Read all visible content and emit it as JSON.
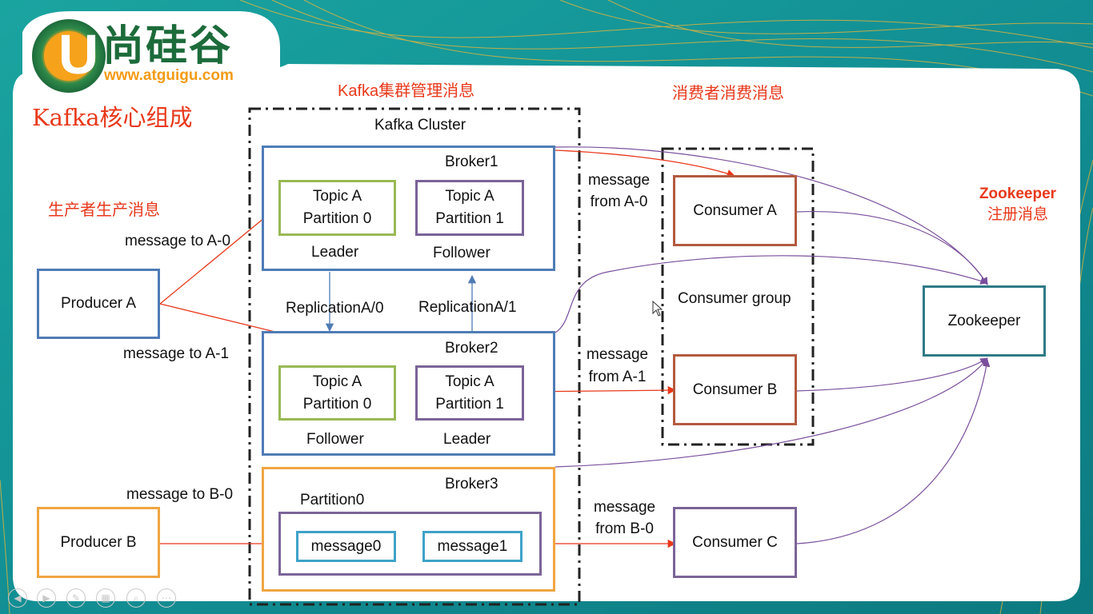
{
  "logo": {
    "letter": "U",
    "brand": "尚硅谷",
    "url": "www.atguigu.com"
  },
  "title": "Kafka核心组成",
  "annotations": {
    "cluster_mgmt": "Kafka集群管理消息",
    "consume": "消费者消费消息",
    "produce": "生产者生产消息",
    "zk_line1": "Zookeeper",
    "zk_line2": "注册消息"
  },
  "cluster": {
    "title": "Kafka Cluster",
    "brokers": [
      {
        "name": "Broker1",
        "partitions": [
          {
            "line1": "Topic A",
            "line2": "Partition 0",
            "role": "Leader"
          },
          {
            "line1": "Topic A",
            "line2": "Partition 1",
            "role": "Follower"
          }
        ]
      },
      {
        "name": "Broker2",
        "partitions": [
          {
            "line1": "Topic A",
            "line2": "Partition 0",
            "role": "Follower"
          },
          {
            "line1": "Topic A",
            "line2": "Partition 1",
            "role": "Leader"
          }
        ]
      },
      {
        "name": "Broker3",
        "partition_label": "Partition0",
        "messages": [
          "message0",
          "message1"
        ]
      }
    ],
    "replication": [
      "ReplicationA/0",
      "ReplicationA/1"
    ]
  },
  "producers": [
    "Producer A",
    "Producer B"
  ],
  "producer_messages": [
    "message to A-0",
    "message to A-1",
    "message to B-0"
  ],
  "consumer_group": {
    "label": "Consumer group",
    "consumers": [
      "Consumer A",
      "Consumer B"
    ]
  },
  "consumer_c": "Consumer C",
  "consumer_messages": [
    {
      "line1": "message",
      "line2": "from A-0"
    },
    {
      "line1": "message",
      "line2": "from A-1"
    },
    {
      "line1": "message",
      "line2": "from B-0"
    }
  ],
  "zookeeper": "Zookeeper",
  "colors": {
    "blue": "#4f7cb6",
    "green": "#98b954",
    "purple": "#7b6498",
    "orange": "#f0a541",
    "brown": "#b35a3f",
    "teal": "#2e7b86",
    "cyan": "#3ea3c8",
    "red_arrow": "#e8381a",
    "zk_line": "#7a4f9c"
  },
  "toolbar_icons": [
    "prev-icon",
    "next-icon",
    "pen-icon",
    "slides-icon",
    "zoom-icon",
    "more-icon"
  ]
}
